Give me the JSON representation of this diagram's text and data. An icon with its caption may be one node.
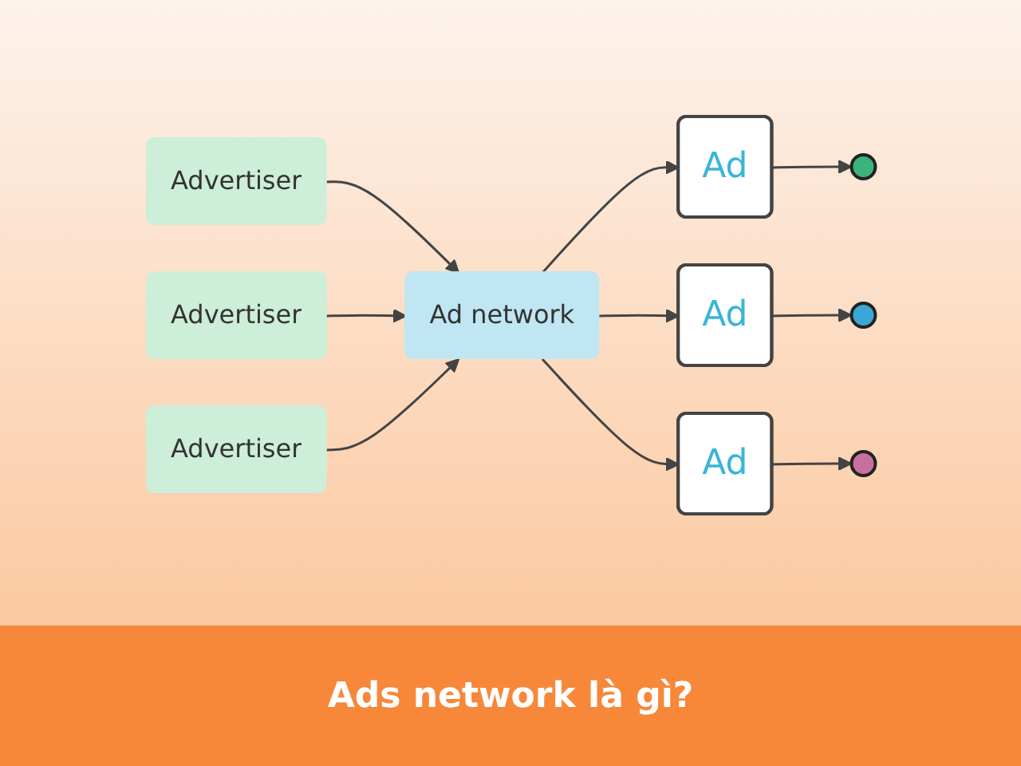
{
  "diagram": {
    "caption": "Ads network là gì?",
    "nodes": [
      {
        "text": [
          "Advertiser"
        ]
      },
      {
        "text": [
          "Advertiser"
        ]
      },
      {
        "text": [
          "Advertiser"
        ]
      },
      {
        "text": [
          "Ad network"
        ]
      },
      {
        "text": [
          "Ad"
        ]
      },
      {
        "text": [
          "Ad"
        ]
      },
      {
        "text": [
          "Ad"
        ]
      },
      {
        "text": [],
        "shape": "person"
      },
      {
        "text": [],
        "shape": "person"
      },
      {
        "text": [],
        "shape": "person"
      }
    ],
    "edges": [
      {
        "from": 0,
        "to": 3,
        "arrow": "to"
      },
      {
        "from": 1,
        "to": 3,
        "arrow": "to"
      },
      {
        "from": 2,
        "to": 3,
        "arrow": "to"
      },
      {
        "from": 3,
        "to": 4,
        "arrow": "to"
      },
      {
        "from": 3,
        "to": 5,
        "arrow": "to"
      },
      {
        "from": 3,
        "to": 6,
        "arrow": "to"
      },
      {
        "from": 4,
        "to": 7,
        "arrow": "to"
      },
      {
        "from": 5,
        "to": 8,
        "arrow": "to"
      },
      {
        "from": 6,
        "to": 9,
        "arrow": "to"
      }
    ]
  }
}
